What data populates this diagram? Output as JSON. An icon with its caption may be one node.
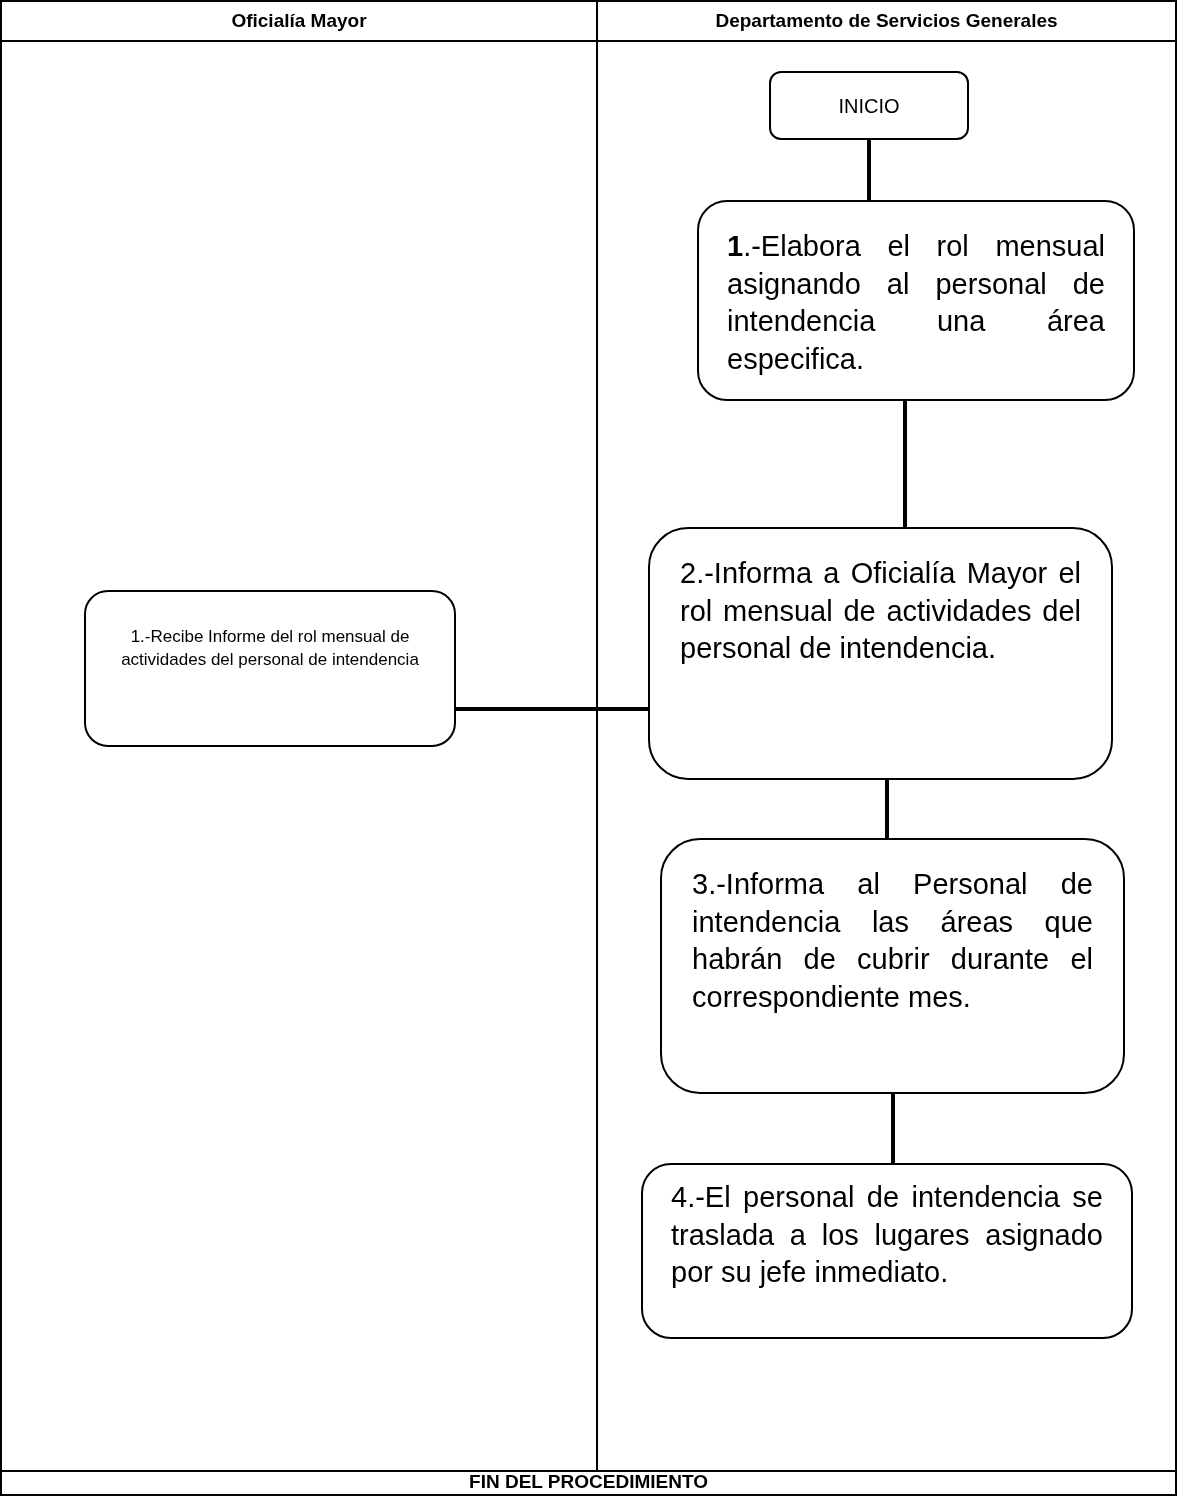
{
  "diagram": {
    "nodes": [
      {
        "text": [
          "Oficialía Mayor"
        ]
      },
      {
        "text": [
          "Departamento de Servicios Generales"
        ]
      },
      {
        "text": [
          "INICIO"
        ],
        "in": 1
      },
      {
        "text": [
          "**1**.-Elabora el rol mensual asignando al personal de intendencia una área especifica."
        ],
        "in": 1
      },
      {
        "text": [
          "1.-Recibe Informe del rol mensual de actividades del personal de intendencia"
        ],
        "in": 0
      },
      {
        "text": [
          "2.-Informa a  Oficialía Mayor el rol mensual de actividades del personal de intendencia."
        ],
        "in": 1
      },
      {
        "text": [
          "3.-Informa al Personal de intendencia las áreas que habrán de cubrir durante el correspondiente mes."
        ],
        "in": 1
      },
      {
        "text": [
          "4.-El personal de intendencia se traslada a los lugares asignado por su jefe inmediato."
        ],
        "in": 1
      }
    ],
    "edges": [
      {
        "from": 2,
        "to": 3,
        "arrow": "none"
      },
      {
        "from": 3,
        "to": 5,
        "arrow": "none"
      },
      {
        "from": 5,
        "to": 4,
        "arrow": "none"
      },
      {
        "from": 5,
        "to": 6,
        "arrow": "none"
      },
      {
        "from": 6,
        "to": 7,
        "arrow": "none"
      }
    ],
    "labels": [
      "FIN DEL PROCEDIMIENTO"
    ]
  }
}
